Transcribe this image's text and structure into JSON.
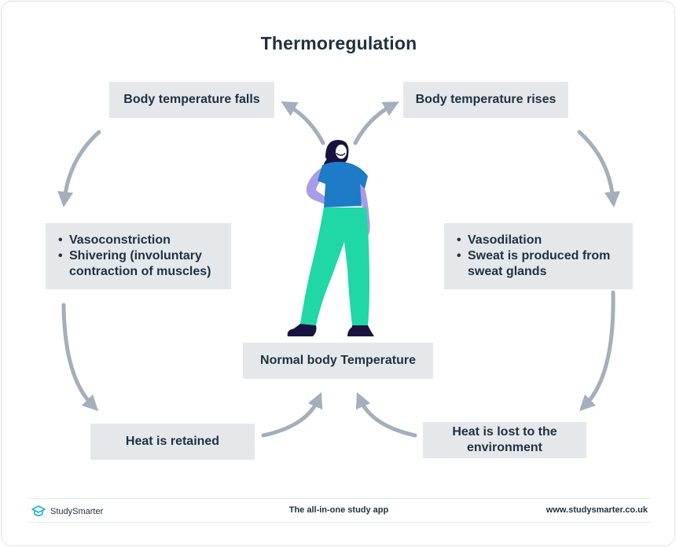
{
  "title": "Thermoregulation",
  "boxes": {
    "temp_falls": "Body temperature falls",
    "temp_rises": "Body temperature rises",
    "vasoconstriction": [
      "Vasoconstriction",
      "Shivering (involuntary contraction of muscles)"
    ],
    "vasodilation": [
      "Vasodilation",
      "Sweat is produced from sweat glands"
    ],
    "normal": "Normal body Temperature",
    "heat_retained": "Heat is retained",
    "heat_lost": "Heat is lost to the environment"
  },
  "footer": {
    "brand": "StudySmarter",
    "tagline": "The all-in-one study app",
    "url": "www.studysmarter.co.uk"
  },
  "colors": {
    "box_bg": "#e5e8eb",
    "arrow": "#a3afbb",
    "text": "#1f3140",
    "shirt": "#1e7bc7",
    "pants": "#1fd8a6",
    "skin": "#a99ce6",
    "hair": "#18143f",
    "brand": "#1fb4c9"
  }
}
